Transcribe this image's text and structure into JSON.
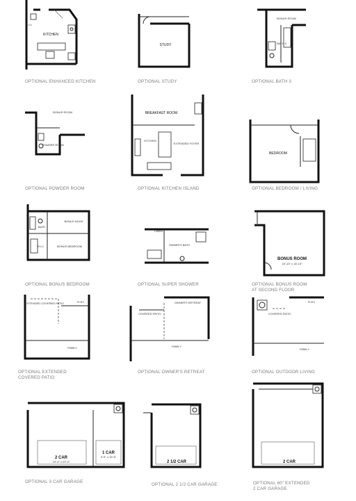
{
  "captions": [
    {
      "id": "enhanced-kitchen",
      "lines": [
        "OPTIONAL ENHANCED KITCHEN"
      ]
    },
    {
      "id": "study",
      "lines": [
        "OPTIONAL STUDY"
      ]
    },
    {
      "id": "bath3",
      "lines": [
        "OPTIONAL BATH 3"
      ]
    },
    {
      "id": "powder",
      "lines": [
        "OPTIONAL POWDER ROOM"
      ]
    },
    {
      "id": "kitchen-island",
      "lines": [
        "OPTIONAL KITCHEN ISLAND"
      ]
    },
    {
      "id": "bedroom-living",
      "lines": [
        "OPTIONAL BEDROOM / LIVING"
      ]
    },
    {
      "id": "bonus-bedroom",
      "lines": [
        "OPTIONAL BONUS BEDROOM"
      ]
    },
    {
      "id": "super-shower",
      "lines": [
        "OPTIONAL SUPER SHOWER"
      ]
    },
    {
      "id": "bonus-room",
      "lines": [
        "OPTIONAL BONUS ROOM",
        "AT SECOND FLOOR"
      ]
    },
    {
      "id": "covered-patio",
      "lines": [
        "OPTIONAL EXTENDED",
        "COVERED PATIO"
      ]
    },
    {
      "id": "owners-retreat",
      "lines": [
        "OPTIONAL OWNER'S RETREAT"
      ]
    },
    {
      "id": "outdoor-living",
      "lines": [
        "OPTIONAL OUTDOOR LIVING"
      ]
    },
    {
      "id": "3car",
      "lines": [
        "OPTIONAL 3 CAR GARAGE"
      ]
    },
    {
      "id": "2half",
      "lines": [
        "OPTIONAL 2 1/2 CAR GARAGE"
      ]
    },
    {
      "id": "60ext",
      "lines": [
        "OPTIONAL 60\" EXTENDED",
        "2 CAR GARAGE"
      ]
    }
  ],
  "labels": {
    "kitchen": "KITCHEN",
    "study": "STUDY",
    "bonus_room": "BONUS ROOM",
    "bath3": "BATH 3",
    "powder_room": "POWDER ROOM",
    "breakfast_room": "BREAKFAST ROOM",
    "extended_foyer": "EXTENDED FOYER",
    "bedroom": "BEDROOM",
    "bonus_nook": "BONUS NOOK",
    "bath": "BATH",
    "wic": "W.I.C",
    "bonus_bedroom": "BONUS BEDROOM",
    "linen": "LINEN",
    "owners_bath": "OWNER'S BATH",
    "bonus_room_dims": "20'-10\" x 16'-10\"",
    "extended_covered_patio": "EXTENDED COVERED PATIO",
    "flex": "FLEX",
    "family": "FAMILY",
    "covered_patio": "COVERED PATIO",
    "owners_retreat": "OWNER'S RETREAT",
    "two_car": "2 CAR",
    "two_car_dims": "19'-6\" x 20'-0\"",
    "one_car": "1 CAR",
    "one_car_dims": "9'-6\" x 19'-6\"",
    "two_half_car": "2 1/2 CAR"
  }
}
